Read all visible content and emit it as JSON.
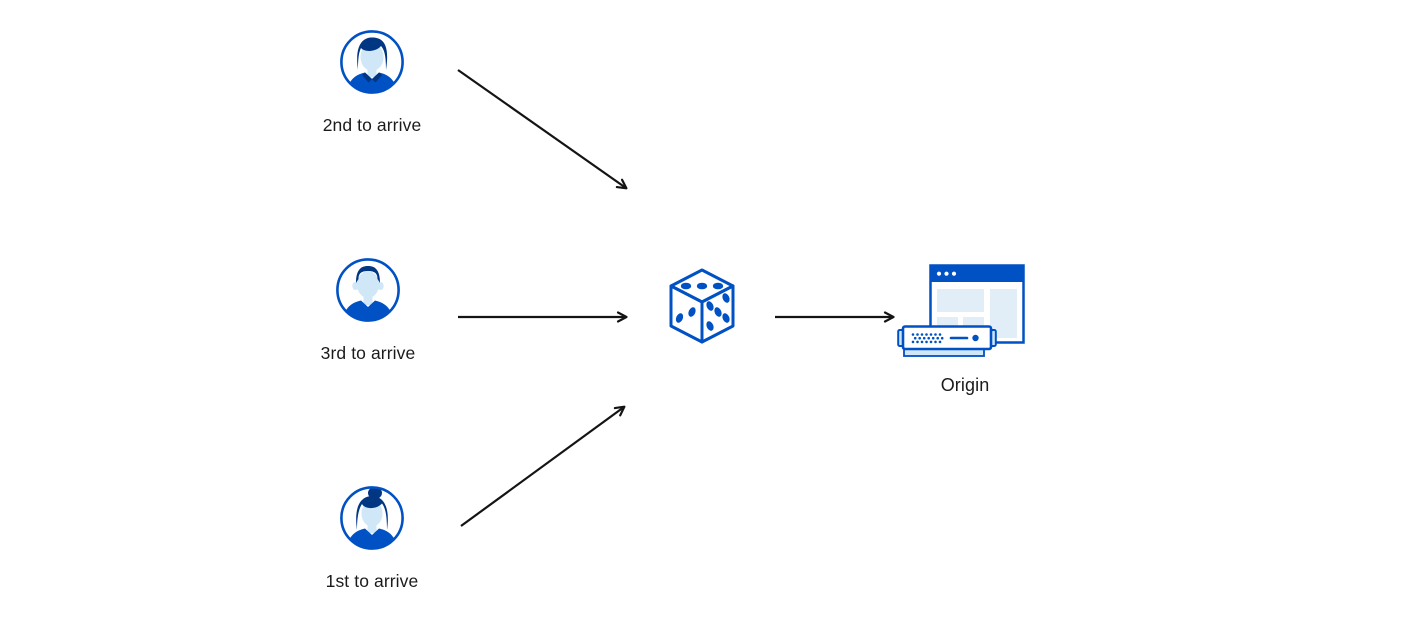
{
  "diagram": {
    "background": "#ffffff",
    "colors": {
      "stroke_blue": "#0051c3",
      "dark_navy": "#003682",
      "light_blue_fill": "#cfe7f7",
      "pale_blue_fill": "#e1edf7",
      "arrow_black": "#141414",
      "text": "#1b1b1b"
    },
    "nodes": {
      "second_user": {
        "label": "2nd to arrive",
        "icon": "male-user-avatar-icon"
      },
      "third_user": {
        "label": "3rd to arrive",
        "icon": "male-user-avatar-icon"
      },
      "first_user": {
        "label": "1st to arrive",
        "icon": "female-user-avatar-icon"
      },
      "randomizer": {
        "icon": "dice-icon",
        "dice_faces": {
          "top_pips": 3,
          "left_pips": 2,
          "right_pips": 5
        }
      },
      "origin": {
        "label": "Origin",
        "icon": "origin-browser-and-server-icon"
      }
    },
    "edges": [
      {
        "from": "second_user",
        "to": "randomizer"
      },
      {
        "from": "third_user",
        "to": "randomizer"
      },
      {
        "from": "first_user",
        "to": "randomizer"
      },
      {
        "from": "randomizer",
        "to": "origin"
      }
    ]
  }
}
